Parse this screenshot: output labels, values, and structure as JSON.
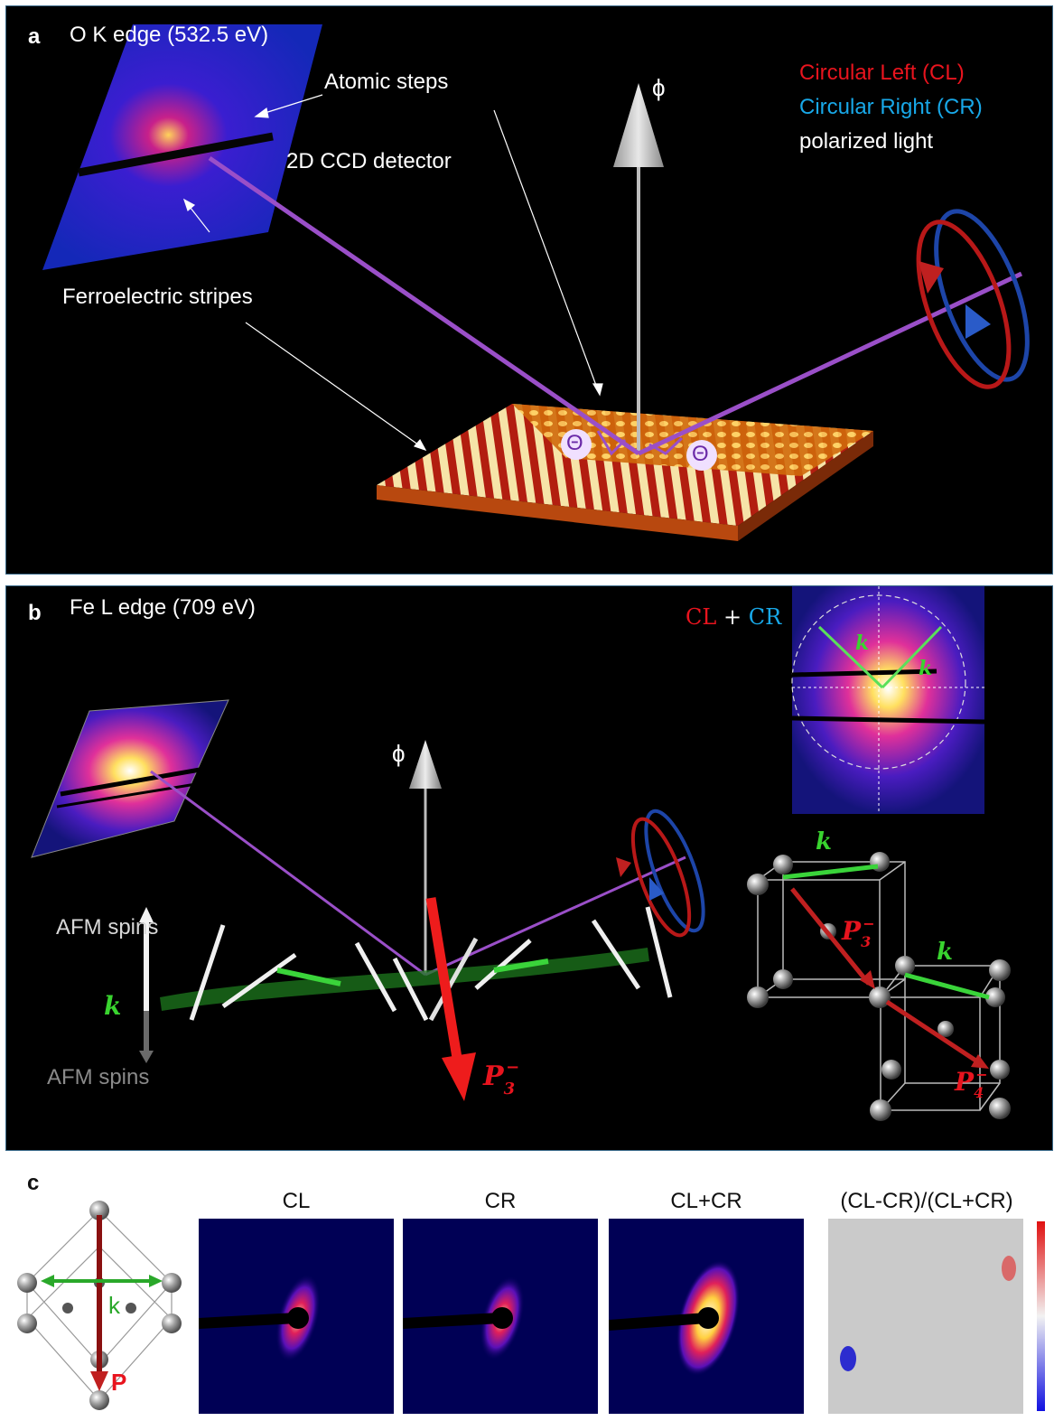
{
  "panel_a": {
    "label": "a",
    "title": "O K edge (532.5 eV)",
    "atomic_steps": "Atomic steps",
    "detector": "2D CCD detector",
    "stripes": "Ferroelectric stripes",
    "phi": "ϕ",
    "theta": "Θ",
    "legend": {
      "cl": "Circular Left (CL)",
      "cr": "Circular Right (CR)",
      "pol": "polarized light"
    },
    "colors": {
      "cl": "#e8141e",
      "cr": "#18a8e8",
      "beam": "#9a4fc8"
    }
  },
  "panel_b": {
    "label": "b",
    "title": "Fe L edge (709 eV)",
    "inset_cl": "CL",
    "inset_plus": "+",
    "inset_cr": "CR",
    "phi": "ϕ",
    "afm_spins_top": "AFM spins",
    "afm_spins_bottom": "AFM spins",
    "k": "k",
    "p3": "P",
    "p3_sub": "3",
    "p3_sup": "−",
    "p4": "P",
    "p4_sub": "4",
    "p4_sup": "−"
  },
  "panel_c": {
    "label": "c",
    "k": "k",
    "p": "P",
    "titles": [
      "CL",
      "CR",
      "CL+CR",
      "(CL-CR)/(CL+CR)"
    ]
  }
}
